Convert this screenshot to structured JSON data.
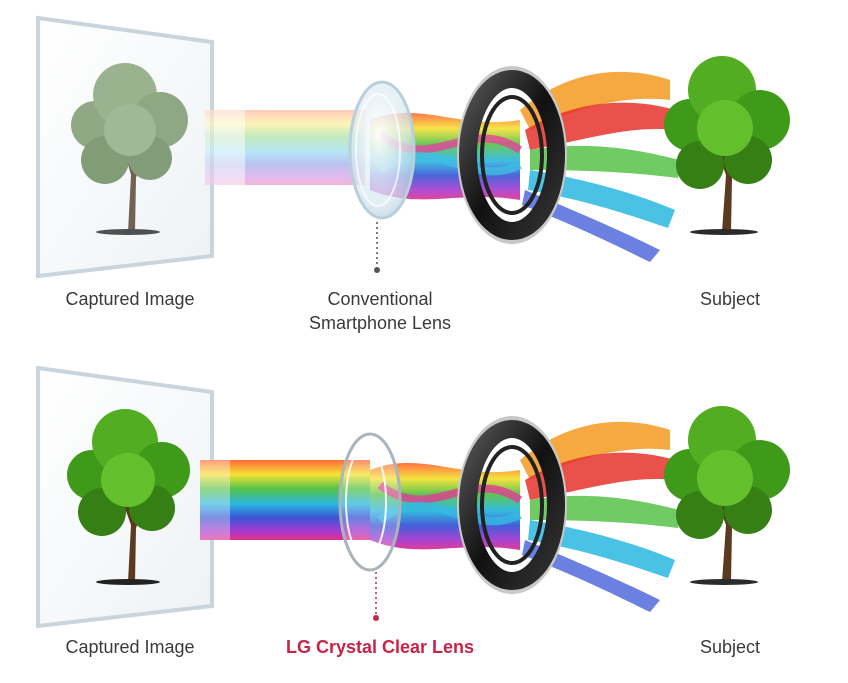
{
  "diagram": {
    "top": {
      "captured_label": "Captured Image",
      "lens_label_line1": "Conventional",
      "lens_label_line2": "Smartphone Lens",
      "subject_label": "Subject"
    },
    "bottom": {
      "captured_label": "Captured Image",
      "lens_label": "LG Crystal Clear Lens",
      "subject_label": "Subject"
    },
    "colors": {
      "accent": "#c8234a",
      "text": "#3a3a3a",
      "frame": "#c9d4dd",
      "tree_foliage": "#3f9a1a",
      "tree_foliage_faded": "#7e9a70",
      "beam_red": "#e8322c",
      "beam_orange": "#f39a1f",
      "beam_yellow": "#f6e234",
      "beam_green": "#57c24a",
      "beam_blue": "#2a7fd6",
      "beam_violet": "#a23bd0",
      "beam_magenta": "#e2308f"
    }
  }
}
